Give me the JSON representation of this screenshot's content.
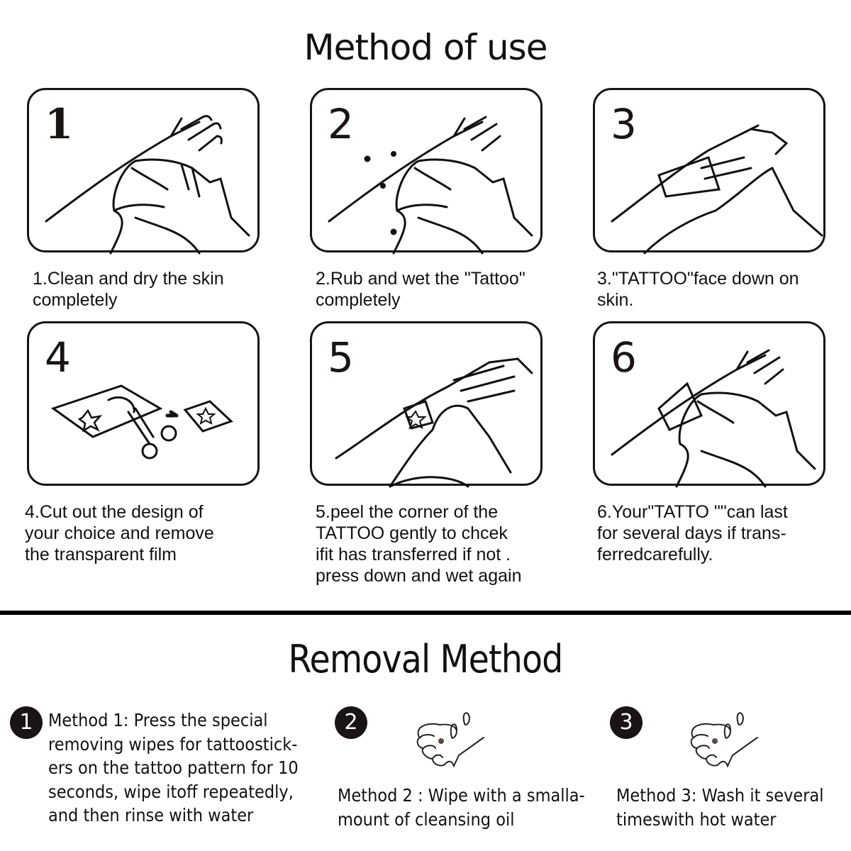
{
  "method_of_use": {
    "title": "Method of use",
    "steps": [
      {
        "number": "1",
        "caption": "1.Clean and dry the skin\ncompletely",
        "illustration": "hands-wiping-skin"
      },
      {
        "number": "2",
        "caption": "2.Rub and wet the \"Tattoo\"\ncompletely",
        "illustration": "hands-wetting-tattoo"
      },
      {
        "number": "3",
        "caption": "3.\"TATTOO\"face down on\nskin.",
        "illustration": "tattoo-face-down-on-hand"
      },
      {
        "number": "4",
        "caption": "4.Cut out the design of\nyour choice and remove\nthe transparent film",
        "illustration": "scissors-cutting-design"
      },
      {
        "number": "5",
        "caption": "5.peel the corner of the\nTATTOO gently to chcek\nifit has transferred if not .\npress down and wet again",
        "illustration": "peeling-tattoo-corner"
      },
      {
        "number": "6",
        "caption": "6.Your\"TATTO \"\"can last\nfor several days if trans-\nferredcarefully.",
        "illustration": "tattoo-on-hand"
      }
    ]
  },
  "removal_method": {
    "title": "Removal Method",
    "methods": [
      {
        "badge": "1",
        "text": "Method 1: Press the special\nremoving wipes for tattoostick-\ners on the tattoo pattern for 10\nseconds, wipe itoff repeatedly,\nand then rinse with water"
      },
      {
        "badge": "2",
        "text": "Method 2 : Wipe with a smalla-\nmount of cleansing oil",
        "icon": "hand-with-water-drops-icon"
      },
      {
        "badge": "3",
        "text": "Method 3: Wash it several\ntimeswith hot water",
        "icon": "hand-with-water-drops-icon"
      }
    ]
  },
  "colors": {
    "text": "#111111",
    "panel_border": "#151515",
    "badge_bg": "#1b1414",
    "divider": "#000000"
  }
}
